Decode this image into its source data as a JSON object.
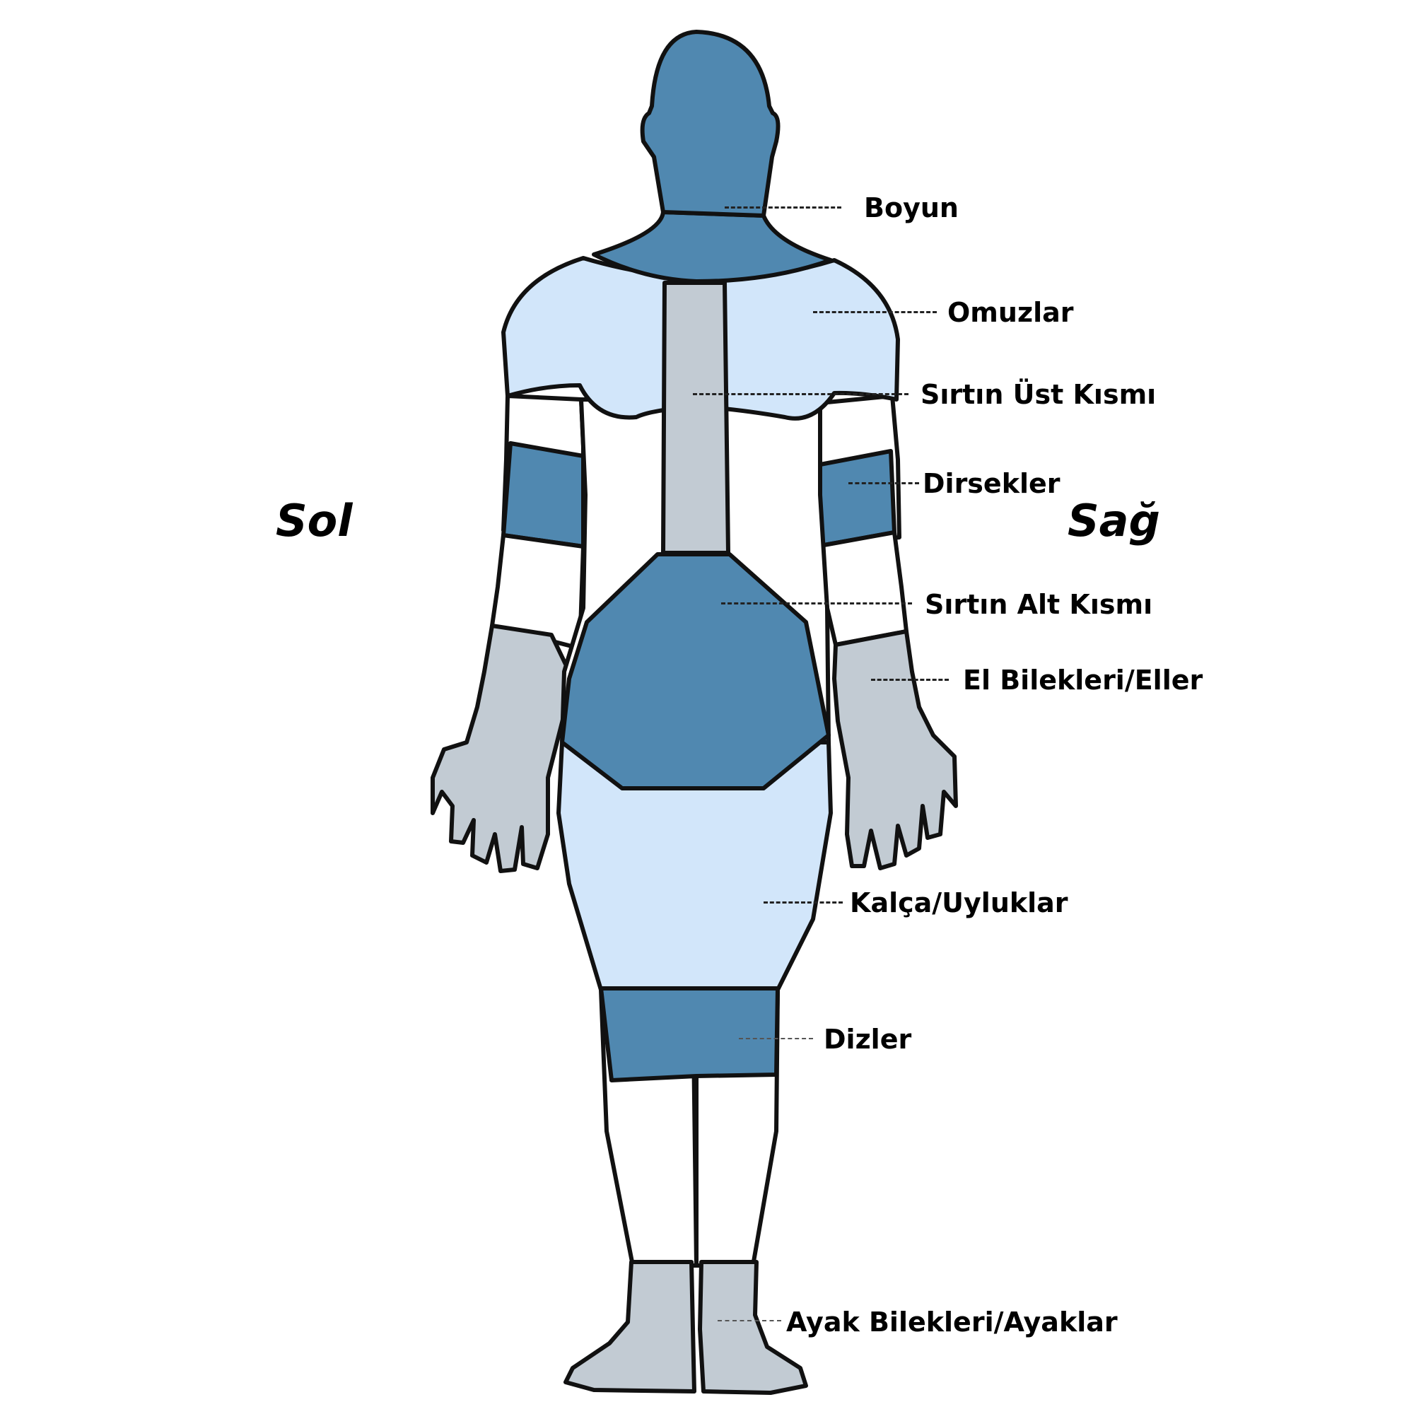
{
  "sides": {
    "left": "Sol",
    "right": "Sağ"
  },
  "regions": {
    "neck": "Boyun",
    "shoulders": "Omuzlar",
    "upper_back": "Sırtın Üst Kısmı",
    "elbows": "Dirsekler",
    "lower_back": "Sırtın Alt Kısmı",
    "wrists_hands": "El Bilekleri/Eller",
    "hips_thighs": "Kalça/Uyluklar",
    "knees": "Dizler",
    "ankles_feet": "Ayak Bilekleri/Ayaklar"
  },
  "colors": {
    "dark_blue": "#5088b0",
    "light_blue": "#d2e6fa",
    "gray": "#c2cbd3",
    "white": "#ffffff",
    "outline": "#111111"
  }
}
